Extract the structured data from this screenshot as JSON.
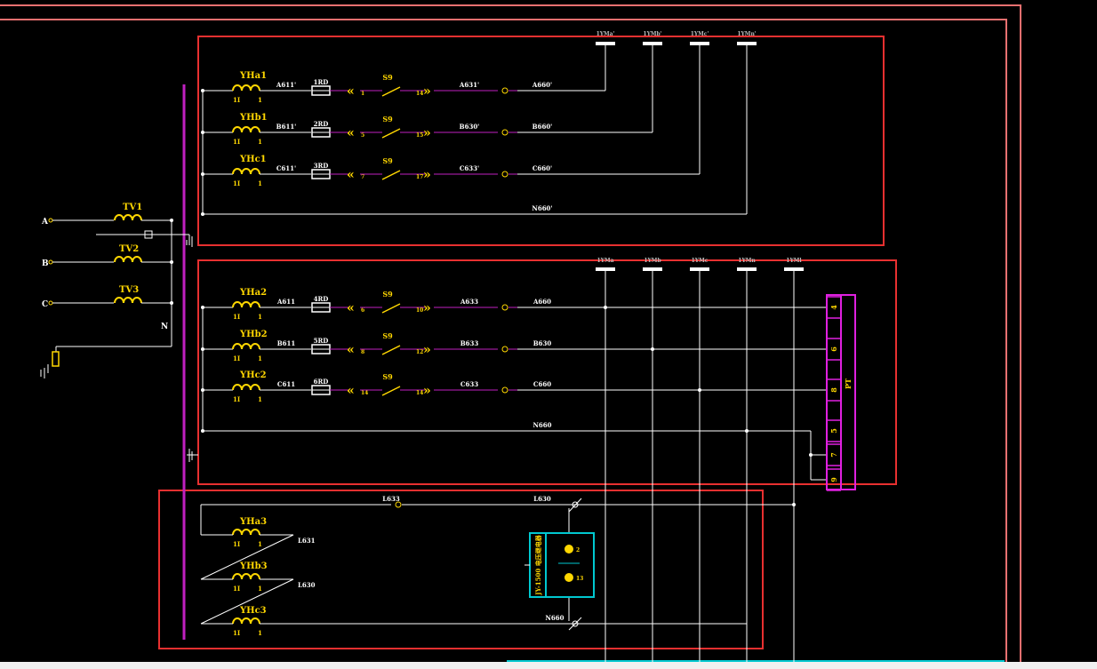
{
  "title": "",
  "colors": {
    "background": "#000000",
    "frame": "#e87070",
    "box": "#e83030",
    "wire": "#ffffff",
    "coil": "#ffd700",
    "bus": "#c020c0",
    "relay": "#00c8d0",
    "terminal": "#e020e0"
  },
  "supply": {
    "phases": [
      "A",
      "B",
      "C"
    ],
    "transformers": [
      "TV1",
      "TV2",
      "TV3"
    ],
    "neutral": "N"
  },
  "top_box": {
    "rows": [
      {
        "coil": "YHa1",
        "p1": "1I",
        "p2": "1",
        "left": "A611'",
        "fuse": "1RD",
        "sw": "S9",
        "t1": "1",
        "t2": "14",
        "mid": "A631'",
        "right": "A660'"
      },
      {
        "coil": "YHb1",
        "p1": "1I",
        "p2": "1",
        "left": "B611'",
        "fuse": "2RD",
        "sw": "S9",
        "t1": "5",
        "t2": "15",
        "mid": "B630'",
        "right": "B660'"
      },
      {
        "coil": "YHc1",
        "p1": "1I",
        "p2": "1",
        "left": "C611'",
        "fuse": "3RD",
        "sw": "S9",
        "t1": "7",
        "t2": "17",
        "mid": "C633'",
        "right": "C660'"
      }
    ],
    "n_label": "N660'",
    "bus_tags": [
      "1YMa'",
      "1YMb'",
      "1YMc'",
      "1YMn'"
    ]
  },
  "mid_box": {
    "rows": [
      {
        "coil": "YHa2",
        "p1": "1I",
        "p2": "1",
        "left": "A611",
        "fuse": "4RD",
        "sw": "S9",
        "t1": "6",
        "t2": "10",
        "mid": "A633",
        "right": "A660"
      },
      {
        "coil": "YHb2",
        "p1": "1I",
        "p2": "1",
        "left": "B611",
        "fuse": "5RD",
        "sw": "S9",
        "t1": "8",
        "t2": "12",
        "mid": "B633",
        "right": "B630"
      },
      {
        "coil": "YHc2",
        "p1": "1I",
        "p2": "1",
        "left": "C611",
        "fuse": "6RD",
        "sw": "S9",
        "t1": "14",
        "t2": "14",
        "mid": "C633",
        "right": "C660"
      }
    ],
    "n_label": "N660",
    "bus_tags": [
      "1YMa",
      "1YMb",
      "1YMc",
      "1YMn",
      "1YMl"
    ],
    "terminal_numbers": [
      "4",
      "6",
      "8",
      "5",
      "7",
      "9"
    ],
    "terminal_label": "PT"
  },
  "bottom_box": {
    "coils": [
      {
        "name": "YHa3",
        "p1": "1I",
        "p2": "1"
      },
      {
        "name": "YHb3",
        "p1": "1I",
        "p2": "1"
      },
      {
        "name": "YHc3",
        "p1": "1I",
        "p2": "1"
      }
    ],
    "links": [
      "L631",
      "L630"
    ],
    "top_wire_labels": [
      "L633",
      "L630"
    ],
    "bottom_wire_label": "N660",
    "relay_label": "JY-1500 电压继电器",
    "relay_pins": [
      "2",
      "13"
    ]
  }
}
